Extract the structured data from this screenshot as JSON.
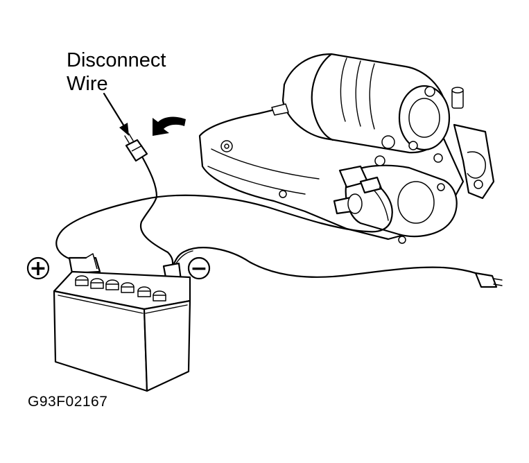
{
  "callout": {
    "line1": "Disconnect",
    "line2": "Wire"
  },
  "terminals": {
    "positive": "+",
    "negative": "−"
  },
  "figure_id": "G93F02167",
  "icons": [
    "battery-icon",
    "starter-motor-icon",
    "rotation-arrow-icon",
    "pointer-arrow-icon"
  ],
  "colors": {
    "line": "#000000",
    "background": "#ffffff"
  }
}
